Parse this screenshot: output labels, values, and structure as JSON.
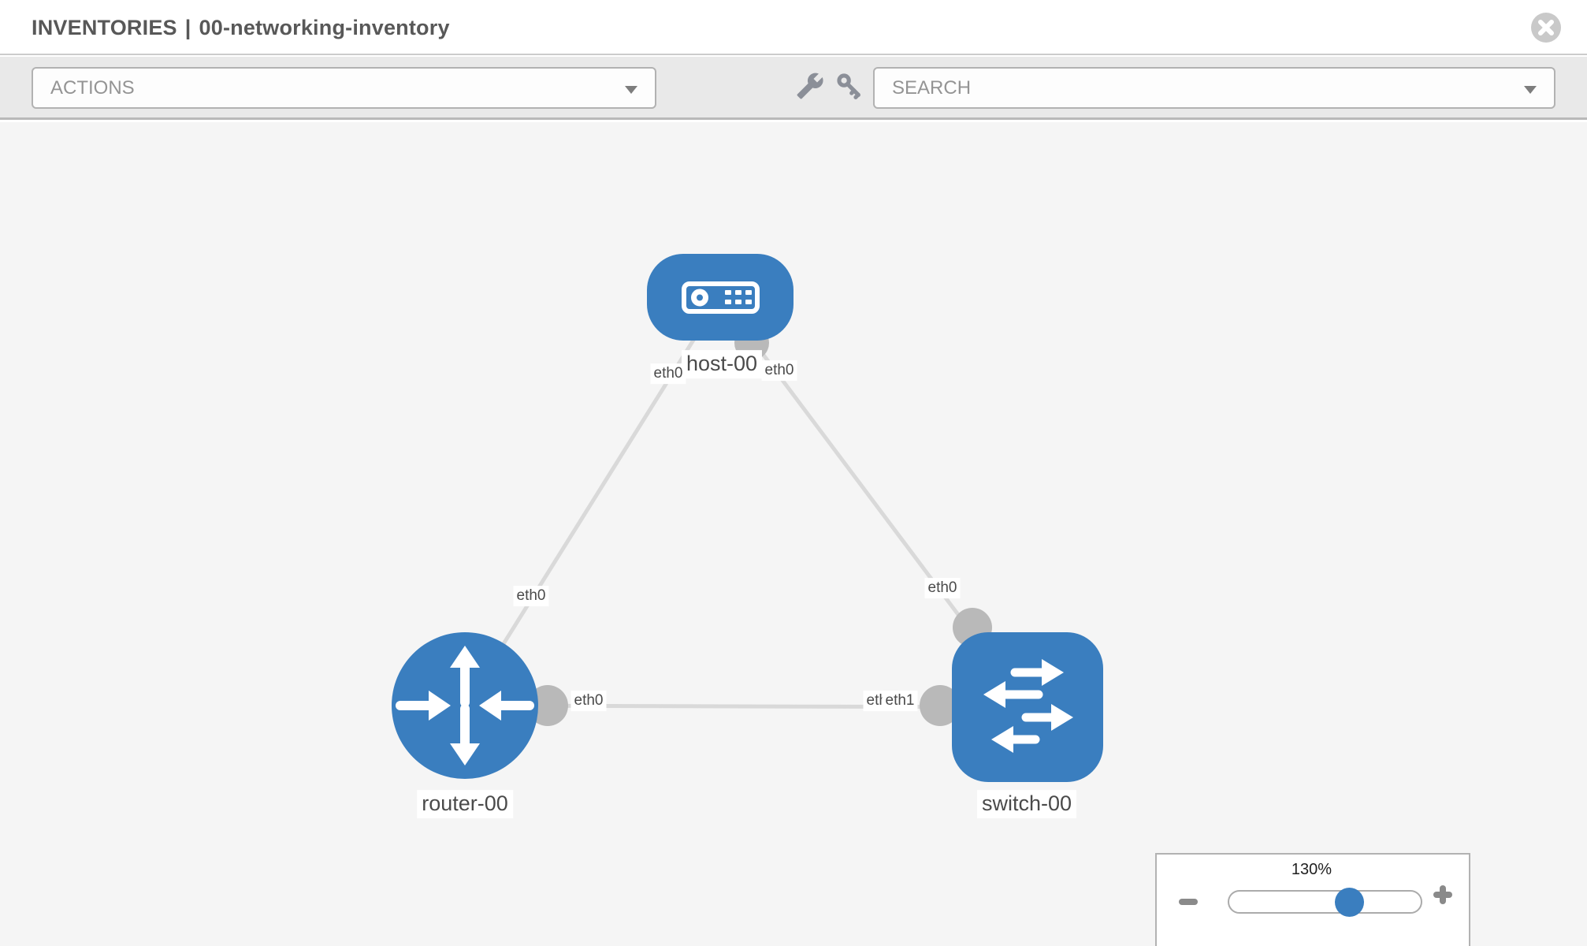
{
  "header": {
    "section": "INVENTORIES",
    "separator": "|",
    "inventory_name": "00-networking-inventory"
  },
  "toolbar": {
    "actions_label": "ACTIONS",
    "search_label": "SEARCH"
  },
  "topology": {
    "nodes": [
      {
        "id": "host-00",
        "device_type": "host",
        "label": "host-00",
        "shape": "rounded-rect",
        "icon": "server-icon"
      },
      {
        "id": "router-00",
        "device_type": "router",
        "label": "router-00",
        "shape": "circle",
        "icon": "router-arrows-icon"
      },
      {
        "id": "switch-00",
        "device_type": "switch",
        "label": "switch-00",
        "shape": "rounded-square",
        "icon": "switch-arrows-icon"
      }
    ],
    "links": [
      {
        "source": "host-00",
        "target": "router-00",
        "source_interface": "eth0",
        "target_interface": "eth0"
      },
      {
        "source": "host-00",
        "target": "switch-00",
        "source_interface": "eth0",
        "target_interface": "eth0"
      },
      {
        "source": "router-00",
        "target": "switch-00",
        "source_interface": "eth0",
        "target_interface": "eth1",
        "overlapped_interface_label": "eth0"
      }
    ]
  },
  "zoom_control": {
    "level_label": "130%",
    "level_percent": 130,
    "zoom_out_icon": "minus-icon",
    "zoom_in_icon": "plus-icon"
  },
  "icons": [
    "close-icon",
    "chevron-down-icon",
    "wrench-icon",
    "key-icon",
    "minus-icon",
    "plus-icon"
  ],
  "colors": {
    "node_fill": "#3a7ebf",
    "link_stroke": "#d9d9d9",
    "endpoint_fill": "#b9b9b9",
    "label_text": "#4a4a4a",
    "thumb_fill": "#3a7ebf"
  }
}
